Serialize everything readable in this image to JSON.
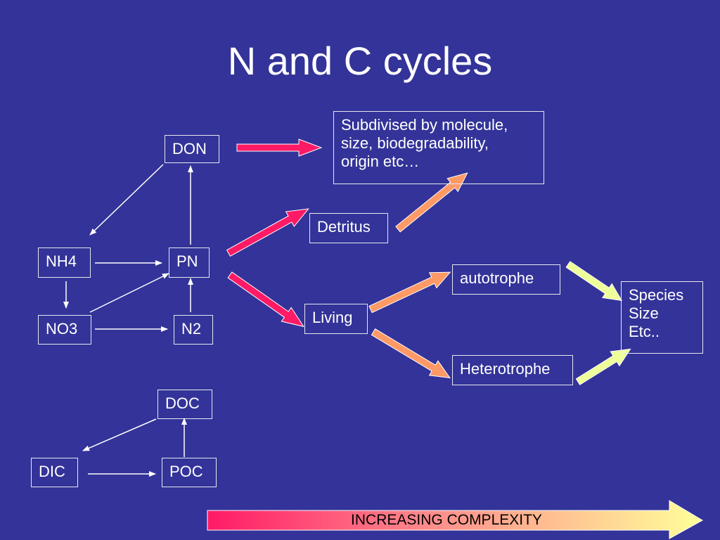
{
  "title": "N and C cycles",
  "nodes": {
    "don": "DON",
    "nh4": "NH4",
    "pn": "PN",
    "no3": "NO3",
    "n2": "N2",
    "doc": "DOC",
    "dic": "DIC",
    "poc": "POC",
    "detritus": "Detritus",
    "living": "Living",
    "autotrophe": "autotrophe",
    "heterotrophe": "Heterotrophe",
    "subdivised": [
      "Subdivised by molecule,",
      "size, biodegradability,",
      "origin etc…"
    ],
    "species": [
      "Species",
      "Size",
      "Etc.."
    ]
  },
  "complexity_label": "INCREASING COMPLEXITY",
  "colors": {
    "background": "#333399",
    "arrow_magenta": "#ff1a66",
    "arrow_salmon": "#ff9966",
    "arrow_lime": "#eeff99",
    "box_border": "#e8e8f0"
  }
}
